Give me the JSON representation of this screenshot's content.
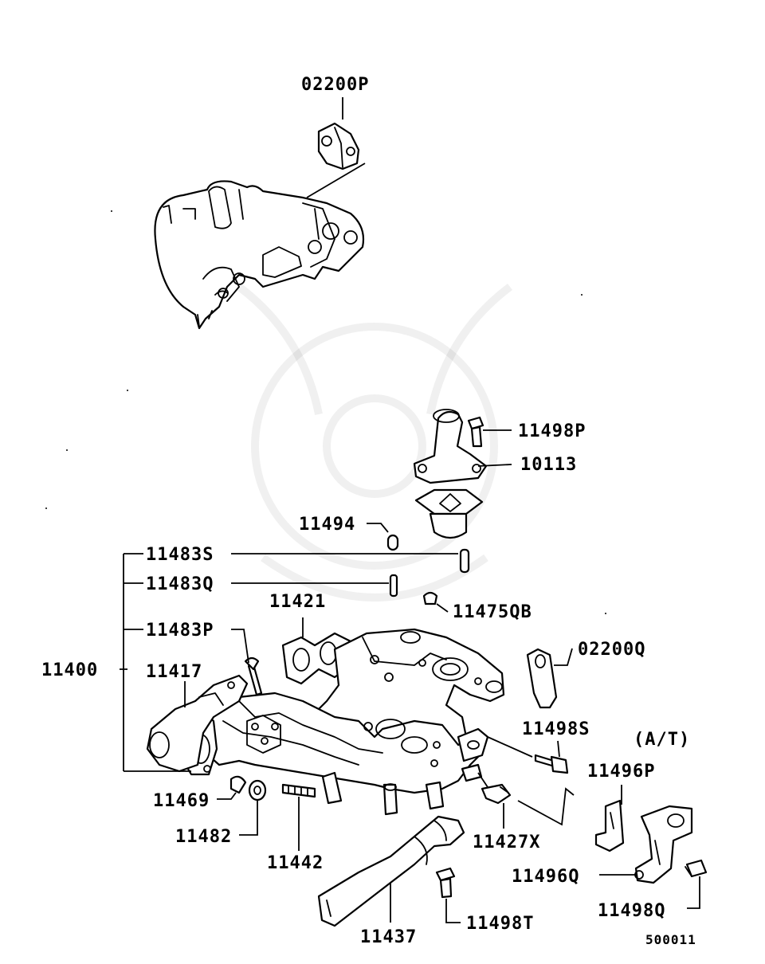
{
  "labels": {
    "p02200P": "02200P",
    "p11498P": "11498P",
    "p10113": "10113",
    "p11494": "11494",
    "p11483S": "11483S",
    "p11483Q": "11483Q",
    "p11421": "11421",
    "p11475QB": "11475QB",
    "p11483P": "11483P",
    "p02200Q": "02200Q",
    "p11400": "11400",
    "p11417": "11417",
    "p11498S": "11498S",
    "at": "(A/T)",
    "p11496P": "11496P",
    "p11469": "11469",
    "p11482": "11482",
    "p11442": "11442",
    "p11427X": "11427X",
    "p11496Q": "11496Q",
    "p11498Q": "11498Q",
    "p11437": "11437",
    "p11498T": "11498T"
  },
  "diagram_code": "500011"
}
